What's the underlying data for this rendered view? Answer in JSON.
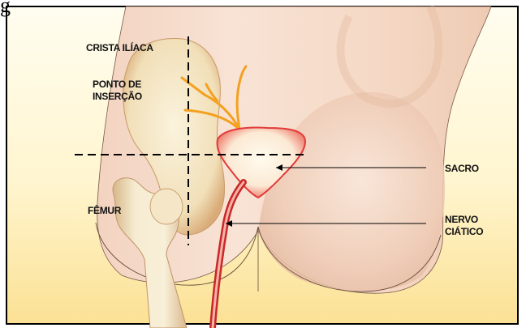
{
  "labels": {
    "crista_iliaca": "CRISTA ILÍACA",
    "ponto_de_insercao": [
      "PONTO DE",
      "INSERÇÃO"
    ],
    "femur": "FÊMUR",
    "sacro": "SACRO",
    "nervo_ciatico": [
      "NERVO",
      "CIÁTICO"
    ]
  },
  "top_glyph": "g",
  "colors": {
    "background_top": "#fffbea",
    "background_bottom": "#fbe49a",
    "skin": "#f6dccb",
    "bone": "#f6ecd0",
    "bone_shadow": "#dcae78",
    "sacrum_fill": "#fff8e8",
    "sacrum_edge": "#e23a3a",
    "nerve": "#e03030",
    "nerve_roots": "#f4a020"
  }
}
